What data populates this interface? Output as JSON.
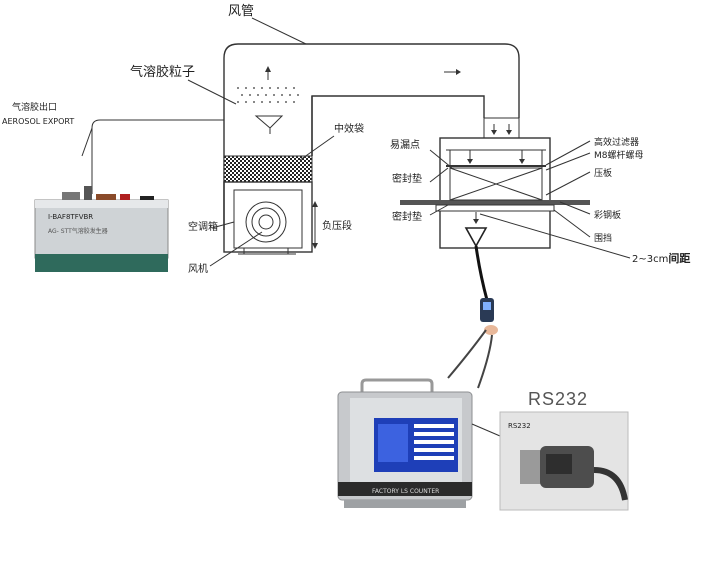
{
  "labels": {
    "duct": "风管",
    "aerosol_particles": "气溶胶粒子",
    "aerosol_export_cn": "气溶胶出口",
    "aerosol_export_en": "AEROSOL EXPORT",
    "medium_bag": "中效袋",
    "ac_box": "空调箱",
    "fan": "风机",
    "negative_pressure": "负压段",
    "leak_point": "易漏点",
    "seal_top": "密封垫",
    "seal_bottom": "密封垫",
    "hepa_filter": "高效过滤器",
    "m8_bolt": "M8螺杆螺母",
    "press_plate": "压板",
    "steel_plate": "彩钢板",
    "surround": "围挡",
    "gap_prefix": "2~3cm",
    "gap_suffix": "间距",
    "rs232": "RS232"
  },
  "generator": {
    "name": "I-BAF8TFVBR",
    "model": "AG-  STT气溶胶发生器"
  },
  "counter": {
    "brand": "FACTORY LS  COUNTER"
  },
  "connector": {
    "label": "RS232"
  }
}
